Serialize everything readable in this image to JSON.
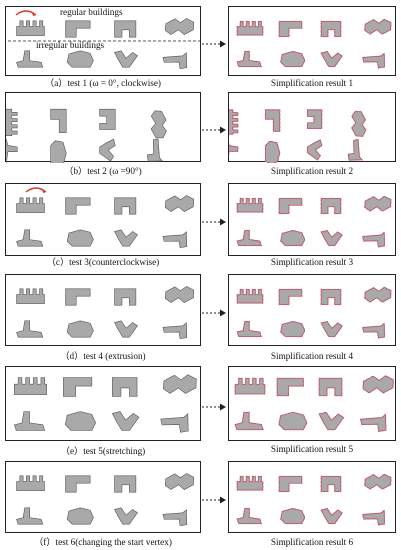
{
  "tests": [
    {
      "id": "test1",
      "caption": "（a）test 1 (ω = 0°, clockwise)",
      "result": "Simplification result 1",
      "labels": {
        "regular": "regular buildings",
        "irregular": "irregular buildings"
      }
    },
    {
      "id": "test2",
      "caption": "（b）test 2 (ω =90°)",
      "result": "Simplification result 2"
    },
    {
      "id": "test3",
      "caption": "（c）test 3(counterclockwise)",
      "result": "Simplification result 3"
    },
    {
      "id": "test4",
      "caption": "（d）test 4 (extrusion)",
      "result": "Simplification result 4"
    },
    {
      "id": "test5",
      "caption": "（e）test 5(stretching)",
      "result": "Simplification result 5"
    },
    {
      "id": "test6",
      "caption": "（f）test 6(changing the start vertex)",
      "result": "Simplification result 6"
    }
  ],
  "colors": {
    "building_fill": "#a9a9a9",
    "building_stroke": "#555555",
    "simplified_outline": "#e0566e",
    "start_arrow": "#d9362b",
    "border": "#222222"
  }
}
